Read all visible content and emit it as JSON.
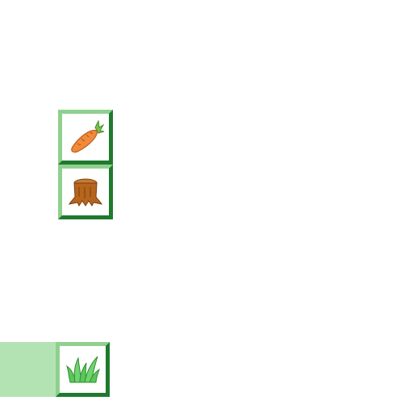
{
  "board": {
    "tiles": [
      {
        "item": "carrot",
        "icon": "carrot-icon"
      },
      {
        "item": "tree-stump",
        "icon": "tree-stump-icon"
      },
      {
        "item": "grass",
        "icon": "grass-icon"
      }
    ]
  },
  "colors": {
    "background": "#ffffff",
    "tile_border_light": "#8fd08f",
    "tile_border_dark": "#1f7a2e",
    "highlight_panel": "#b3e3b3",
    "carrot": "#f08a3c",
    "carrot_leaves": "#7cc04a",
    "stump": "#b5651d",
    "grass": "#5cc65c"
  }
}
